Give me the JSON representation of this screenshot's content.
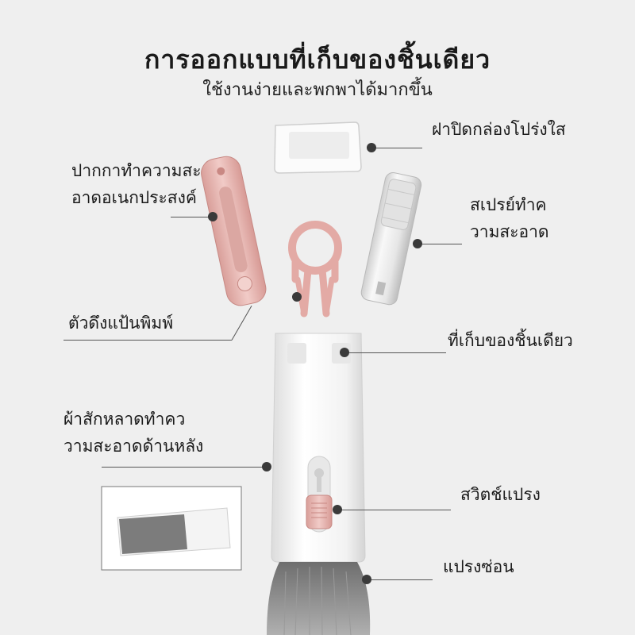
{
  "header": {
    "title": "การออกแบบที่เก็บของชิ้นเดียว",
    "subtitle": "ใช้งานง่ายและพกพาได้มากขึ้น"
  },
  "callouts": {
    "lid": "ฝาปิดกล่องโปร่งใส",
    "pen_line1": "ปากกาทำความสะ",
    "pen_line2": "อาดอเนกประสงค์",
    "spray_line1": "สเปรย์ทำค",
    "spray_line2": "วามสะอาด",
    "keycap_puller": "ตัวดึงแป้นพิมพ์",
    "storage": "ที่เก็บของชิ้นเดียว",
    "cloth_line1": "ผ้าสักหลาดทำคว",
    "cloth_line2": "วามสะอาดด้านหลัง",
    "switch": "สวิตช์แปรง",
    "brush": "แปรงซ่อน"
  },
  "colors": {
    "background": "#efefef",
    "pink": "#e8b9b5",
    "white_body": "#f7f7f7",
    "brush_gray": "#8a8a8a"
  }
}
